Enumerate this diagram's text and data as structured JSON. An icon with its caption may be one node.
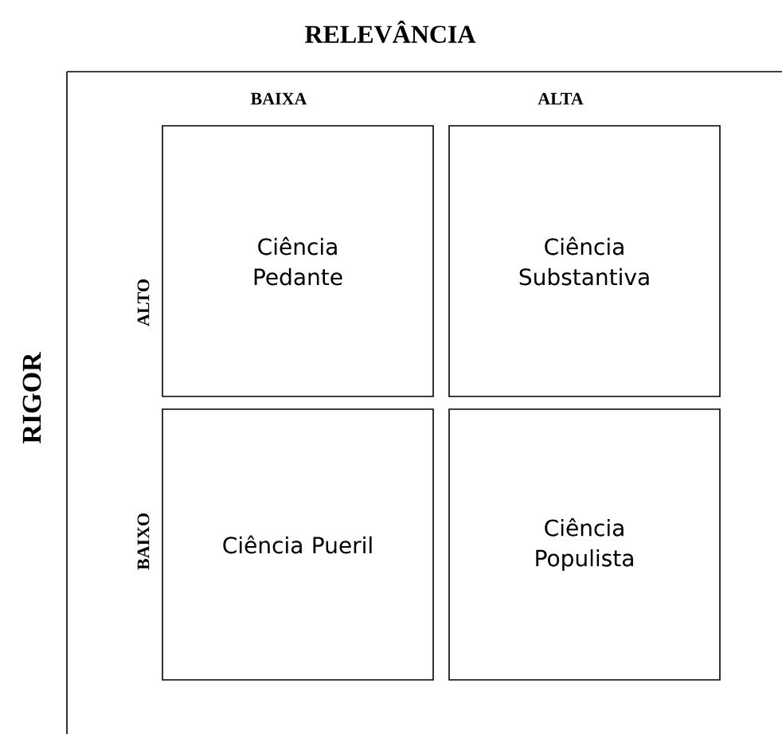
{
  "diagram": {
    "nodes": [
      {
        "text": [
          "Ciência Pedante"
        ]
      },
      {
        "text": [
          "Ciência Substantiva"
        ]
      },
      {
        "text": [
          "Ciência Pueril"
        ]
      },
      {
        "text": [
          "Ciência Populista"
        ]
      }
    ],
    "labels": [
      "RELEVÂNCIA",
      "BAIXA",
      "ALTA",
      "RIGOR",
      "ALTO",
      "BAIXO"
    ]
  }
}
